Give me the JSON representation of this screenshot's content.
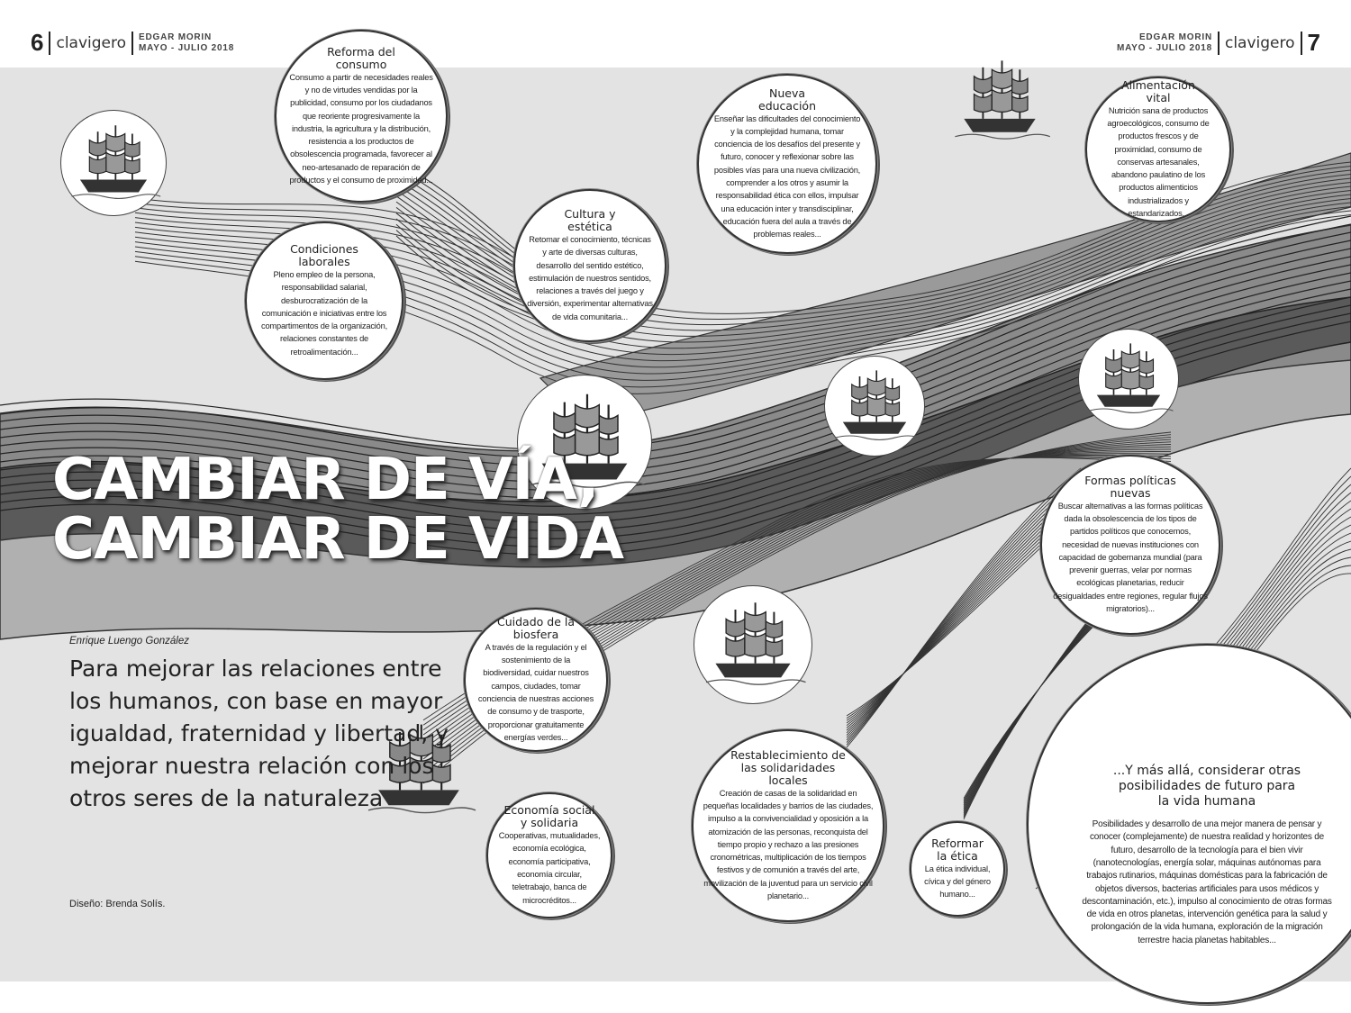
{
  "header_left": {
    "page_number": "6",
    "magazine": "clavigero",
    "author": "EDGAR MORIN",
    "issue": "MAYO - JULIO 2018"
  },
  "header_right": {
    "page_number": "7",
    "magazine": "clavigero",
    "author": "EDGAR MORIN",
    "issue": "MAYO - JULIO 2018"
  },
  "article": {
    "title_line1": "CAMBIAR DE VÍA,",
    "title_line2": "CAMBIAR DE VIDA",
    "byline": "Enrique Luengo González",
    "subtitle": "Para mejorar las relaciones entre los humanos, con base en mayor igualdad, fraternidad y libertad, y mejorar nuestra relación con los otros seres de la naturaleza",
    "credit": "Diseño: Brenda Solís."
  },
  "bubbles": [
    {
      "title": "Reforma del consumo",
      "body": "Consumo a partir de necesidades reales y no de virtudes vendidas por la publicidad, consumo por los ciudadanos que reoriente progresivamente la industria, la agricultura y la distribución, resistencia a los productos de obsolescencia programada, favorecer al neo-artesanado de reparación de productos y el consumo de proximidad..."
    },
    {
      "title": "Condiciones laborales",
      "body": "Pleno empleo de la persona, responsabilidad salarial, desburocratización de la comunicación e iniciativas entre los compartimentos de la organización, relaciones constantes de retroalimentación..."
    },
    {
      "title": "Cultura y estética",
      "body": "Retomar el conocimiento, técnicas y arte de diversas culturas, desarrollo del sentido estético, estimulación de nuestros sentidos, relaciones a través del juego y diversión, experimentar alternativas de vida comunitaria..."
    },
    {
      "title": "Nueva educación",
      "body": "Enseñar las dificultades del conocimiento y la complejidad humana, tomar conciencia de los desafíos del presente y futuro, conocer y reflexionar sobre las posibles vías para una nueva civilización, comprender a los otros y asumir la responsabilidad ética con ellos, impulsar una educación inter y transdisciplinar, educación fuera del aula a través de problemas reales..."
    },
    {
      "title": "Alimentación vital",
      "body": "Nutrición sana de productos agroecológicos, consumo de productos frescos y de proximidad, consumo de conservas artesanales, abandono paulatino de los productos alimenticios industrializados y estandarizados..."
    },
    {
      "title": "Formas políticas nuevas",
      "body": "Buscar alternativas a las formas políticas dada la obsolescencia de los tipos de partidos políticos que conocemos, necesidad de nuevas instituciones con capacidad de gobernanza mundial (para prevenir guerras, velar por normas ecológicas planetarias, reducir desigualdades entre regiones, regular flujos migratorios)..."
    },
    {
      "title": "Cuidado de la biosfera",
      "body": "A través de la regulación y el sostenimiento de la biodiversidad, cuidar nuestros campos, ciudades, tomar conciencia de nuestras acciones de consumo y de trasporte, proporcionar gratuitamente energías verdes..."
    },
    {
      "title": "Economía social y solidaria",
      "body": "Cooperativas, mutualidades, economía ecológica, economía participativa, economía circular, teletrabajo, banca de microcréditos..."
    },
    {
      "title": "Restablecimiento de las solidaridades locales",
      "body": "Creación de casas de la solidaridad en pequeñas localidades y barrios de las ciudades, impulso a la convivencialidad y oposición a la atomización de las personas, reconquista del tiempo propio y rechazo a las presiones cronométricas, multiplicación de los tiempos festivos y de comunión a través del arte, movilización de la juventud para un servicio civil planetario..."
    },
    {
      "title": "Reformar la ética",
      "body": "La ética individual, cívica y del género humano..."
    },
    {
      "title": "...Y más allá, considerar otras posibilidades de futuro para la vida humana",
      "body": "Posibilidades y desarrollo de una mejor manera de pensar y conocer (complejamente) de nuestra realidad y horizontes de futuro, desarrollo de la tecnología para el bien vivir (nanotecnologías, energía solar, máquinas autónomas para trabajos rutinarios, máquinas domésticas para la fabricación de objetos diversos, bacterias artificiales para usos médicos y descontaminación, etc.), impulso al conocimiento de otras formas de vida en otros planetas, intervención genética para la salud y prolongación de la vida humana, exploración de la migración terrestre hacia planetas habitables..."
    }
  ],
  "colors": {
    "band": "#e3e3e3",
    "ink": "#222222",
    "wave_dark": "#555555",
    "wave_mid": "#8a8a8a"
  }
}
